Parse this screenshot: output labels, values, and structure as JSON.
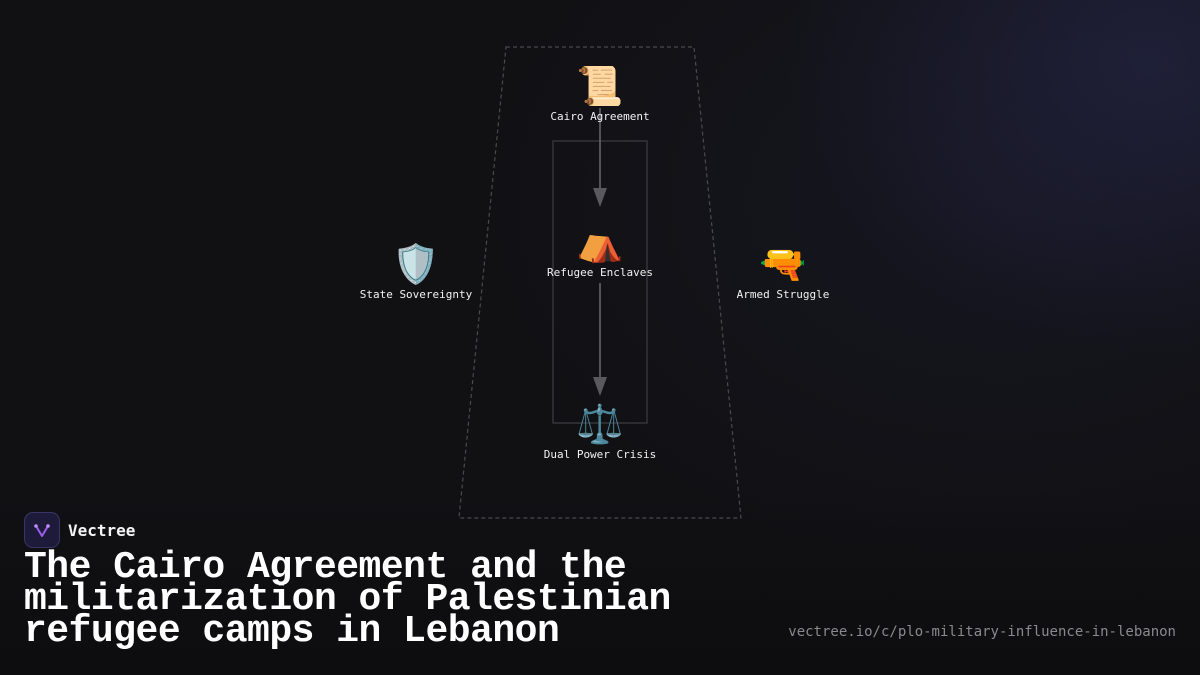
{
  "diagram": {
    "nodes": [
      {
        "id": "cairo",
        "icon": "scroll-icon",
        "emoji": "📜",
        "label": "Cairo Agreement"
      },
      {
        "id": "enclaves",
        "icon": "tent-icon",
        "emoji": "⛺",
        "label": "Refugee Enclaves"
      },
      {
        "id": "crisis",
        "icon": "scales-icon",
        "emoji": "⚖️",
        "label": "Dual Power Crisis"
      },
      {
        "id": "sovereignty",
        "icon": "shield-icon",
        "emoji": "🛡️",
        "label": "State Sovereignty"
      },
      {
        "id": "armed",
        "icon": "pistol-icon",
        "emoji": "🔫",
        "label": "Armed Struggle"
      }
    ],
    "edges": [
      {
        "from": "cairo",
        "to": "enclaves"
      },
      {
        "from": "enclaves",
        "to": "crisis"
      }
    ]
  },
  "brand": {
    "name": "Vectree",
    "logo_icon": "vectree-logo-icon",
    "accent": "#9b5cf0"
  },
  "title": "The Cairo Agreement and the militarization of Palestinian refugee camps in Lebanon",
  "url": "vectree.io/c/plo-military-influence-in-lebanon"
}
